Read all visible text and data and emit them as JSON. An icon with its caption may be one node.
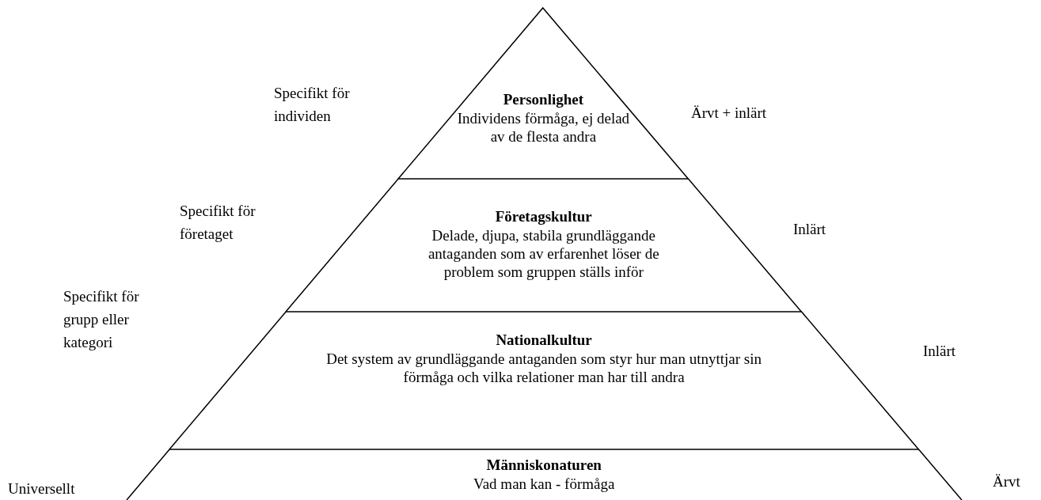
{
  "diagram": {
    "nodes": [
      {
        "text": [
          "Personlighet",
          "Individens förmåga, ej delad av de flesta andra"
        ],
        "beside": [
          "Specifikt för individen",
          "Ärvt + inlärt"
        ]
      },
      {
        "text": [
          "Företagskultur",
          "Delade, djupa, stabila grundläggande antaganden som av erfarenhet löser de problem som gruppen ställs inför"
        ],
        "beside": [
          "Specifikt för företaget",
          "Inlärt"
        ]
      },
      {
        "text": [
          "Nationalkultur",
          "Det system av grundläggande antaganden som styr hur man utnyttjar sin förmåga och vilka relationer man har till andra"
        ],
        "beside": [
          "Specifikt för grupp eller kategori",
          "Inlärt"
        ]
      },
      {
        "text": [
          "Människonaturen",
          "Vad man kan - förmåga"
        ],
        "beside": [
          "Universellt",
          "Ärvt"
        ]
      }
    ]
  }
}
